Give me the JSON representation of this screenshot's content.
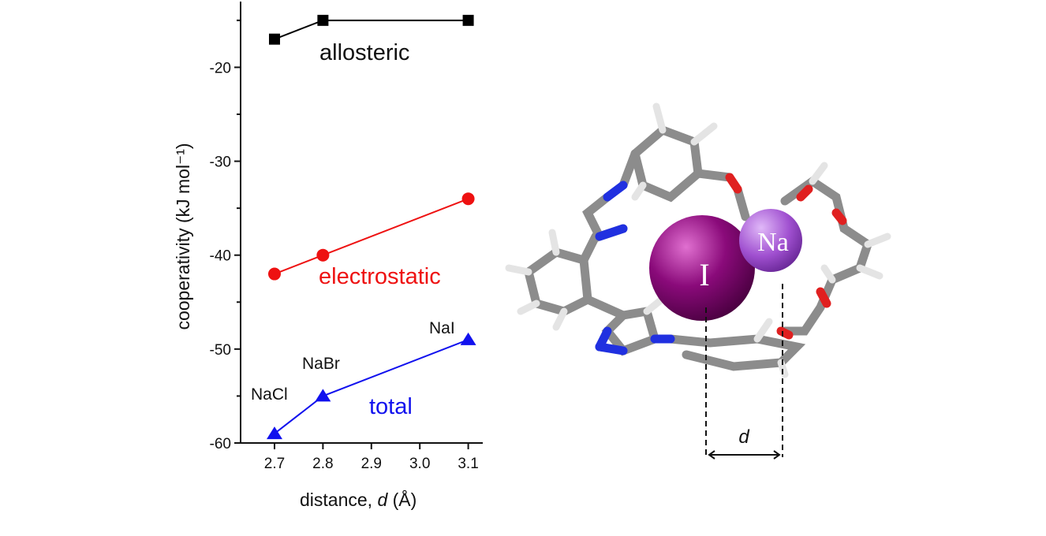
{
  "chart_data": {
    "type": "line",
    "title": "",
    "xlabel": "distance, d (Å)",
    "xlabel_parts": {
      "pre": "distance, ",
      "var": "d",
      "post": " (Å)"
    },
    "ylabel": "cooperativity  (kJ mol⁻¹)",
    "xlim": [
      2.63,
      3.13
    ],
    "ylim": [
      -60,
      -13
    ],
    "x_ticks": [
      2.7,
      2.8,
      2.9,
      3.0,
      3.1
    ],
    "x_tick_labels": [
      "2.7",
      "2.8",
      "2.9",
      "3.0",
      "3.1"
    ],
    "y_ticks": [
      -60,
      -50,
      -40,
      -30,
      -20
    ],
    "y_tick_labels": [
      "-60",
      "-50",
      "-40",
      "-30",
      "-20"
    ],
    "grid": false,
    "x": [
      2.7,
      2.8,
      3.1
    ],
    "series": [
      {
        "name": "allosteric",
        "values": [
          -17,
          -15,
          -15
        ],
        "color": "#000000",
        "marker": "square"
      },
      {
        "name": "electrostatic",
        "values": [
          -42,
          -40,
          -34
        ],
        "color": "#ee1111",
        "marker": "circle"
      },
      {
        "name": "total",
        "values": [
          -59,
          -55,
          -49
        ],
        "color": "#1111ee",
        "marker": "triangle"
      }
    ],
    "point_labels": [
      "NaCl",
      "NaBr",
      "NaI"
    ]
  },
  "figure": {
    "atom_labels": {
      "iodide": "I",
      "sodium": "Na"
    },
    "distance_label": "d",
    "colors": {
      "iodide": "#8a0a7a",
      "sodium": "#a050d0",
      "carbon": "#8c8c8c",
      "nitrogen": "#2030e0",
      "oxygen": "#e02020",
      "hydrogen": "#e8e8e8"
    }
  }
}
